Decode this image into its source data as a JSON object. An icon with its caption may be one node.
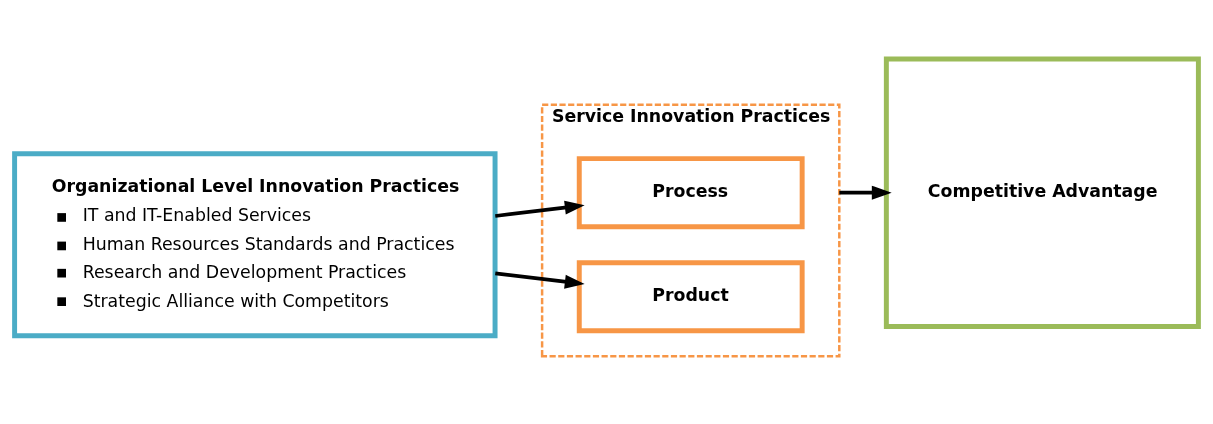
{
  "diagram": {
    "nodes": [
      {
        "text": [
          "Organizational Level Innovation Practices",
          "IT and IT-Enabled Services",
          "Human Resources Standards and Practices",
          "Research and Development Practices",
          "Strategic Alliance with Competitors"
        ]
      },
      {
        "text": [
          "Service Innovation Practices"
        ]
      },
      {
        "text": [
          "Process"
        ],
        "in": 1
      },
      {
        "text": [
          "Product"
        ],
        "in": 1
      },
      {
        "text": [
          "Competitive Advantage"
        ]
      }
    ],
    "edges": [
      {
        "from": 0,
        "to": 2,
        "arrow": "to"
      },
      {
        "from": 0,
        "to": 3,
        "arrow": "to"
      },
      {
        "from": 1,
        "to": 4,
        "arrow": "to"
      }
    ]
  }
}
